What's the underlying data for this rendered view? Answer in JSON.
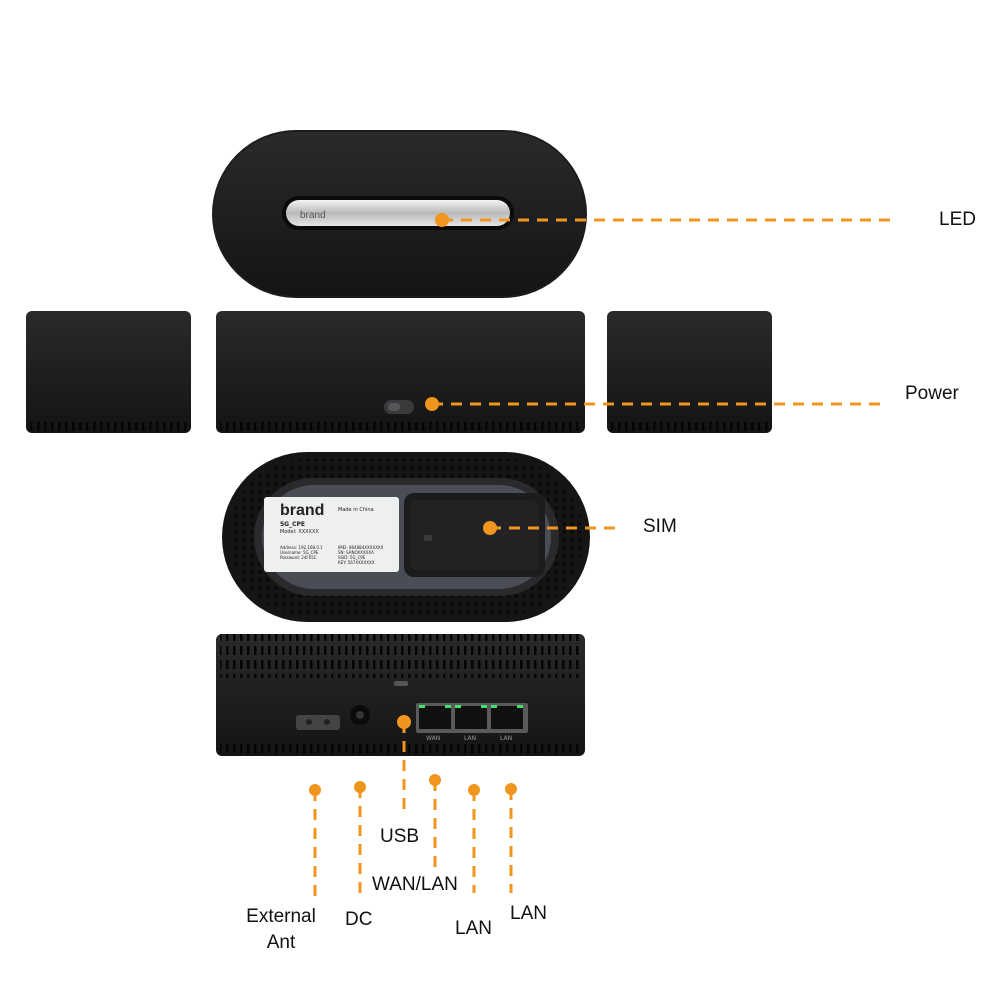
{
  "callouts": {
    "led": "LED",
    "power": "Power",
    "sim": "SIM",
    "usb": "USB",
    "wan_lan": "WAN/LAN",
    "external_ant_line1": "External",
    "external_ant_line2": "Ant",
    "dc": "DC",
    "lan_1": "LAN",
    "lan_2": "LAN"
  },
  "device": {
    "top_logo": "brand",
    "sticker": {
      "brand": "brand",
      "model_name": "5G_CPE",
      "model_line": "Model: XXXXXX",
      "made_in": "Made in China",
      "left_rows": [
        "Address: 192.168.0.1",
        "Username: 5G_CPE",
        "Password: 24F05C"
      ],
      "right_rows": [
        "IMEI: 864884XXXXXXX",
        "SN: SANOXXXXXA",
        "SSID: 5G_CPE",
        "KEY: 567XXXXXXX"
      ]
    },
    "port_labels": [
      "WAN",
      "LAN",
      "LAN"
    ]
  },
  "colors": {
    "accent_orange": "#F0961E",
    "device_body": "#1c1c1e",
    "port_led_green": "#3fe36a"
  }
}
